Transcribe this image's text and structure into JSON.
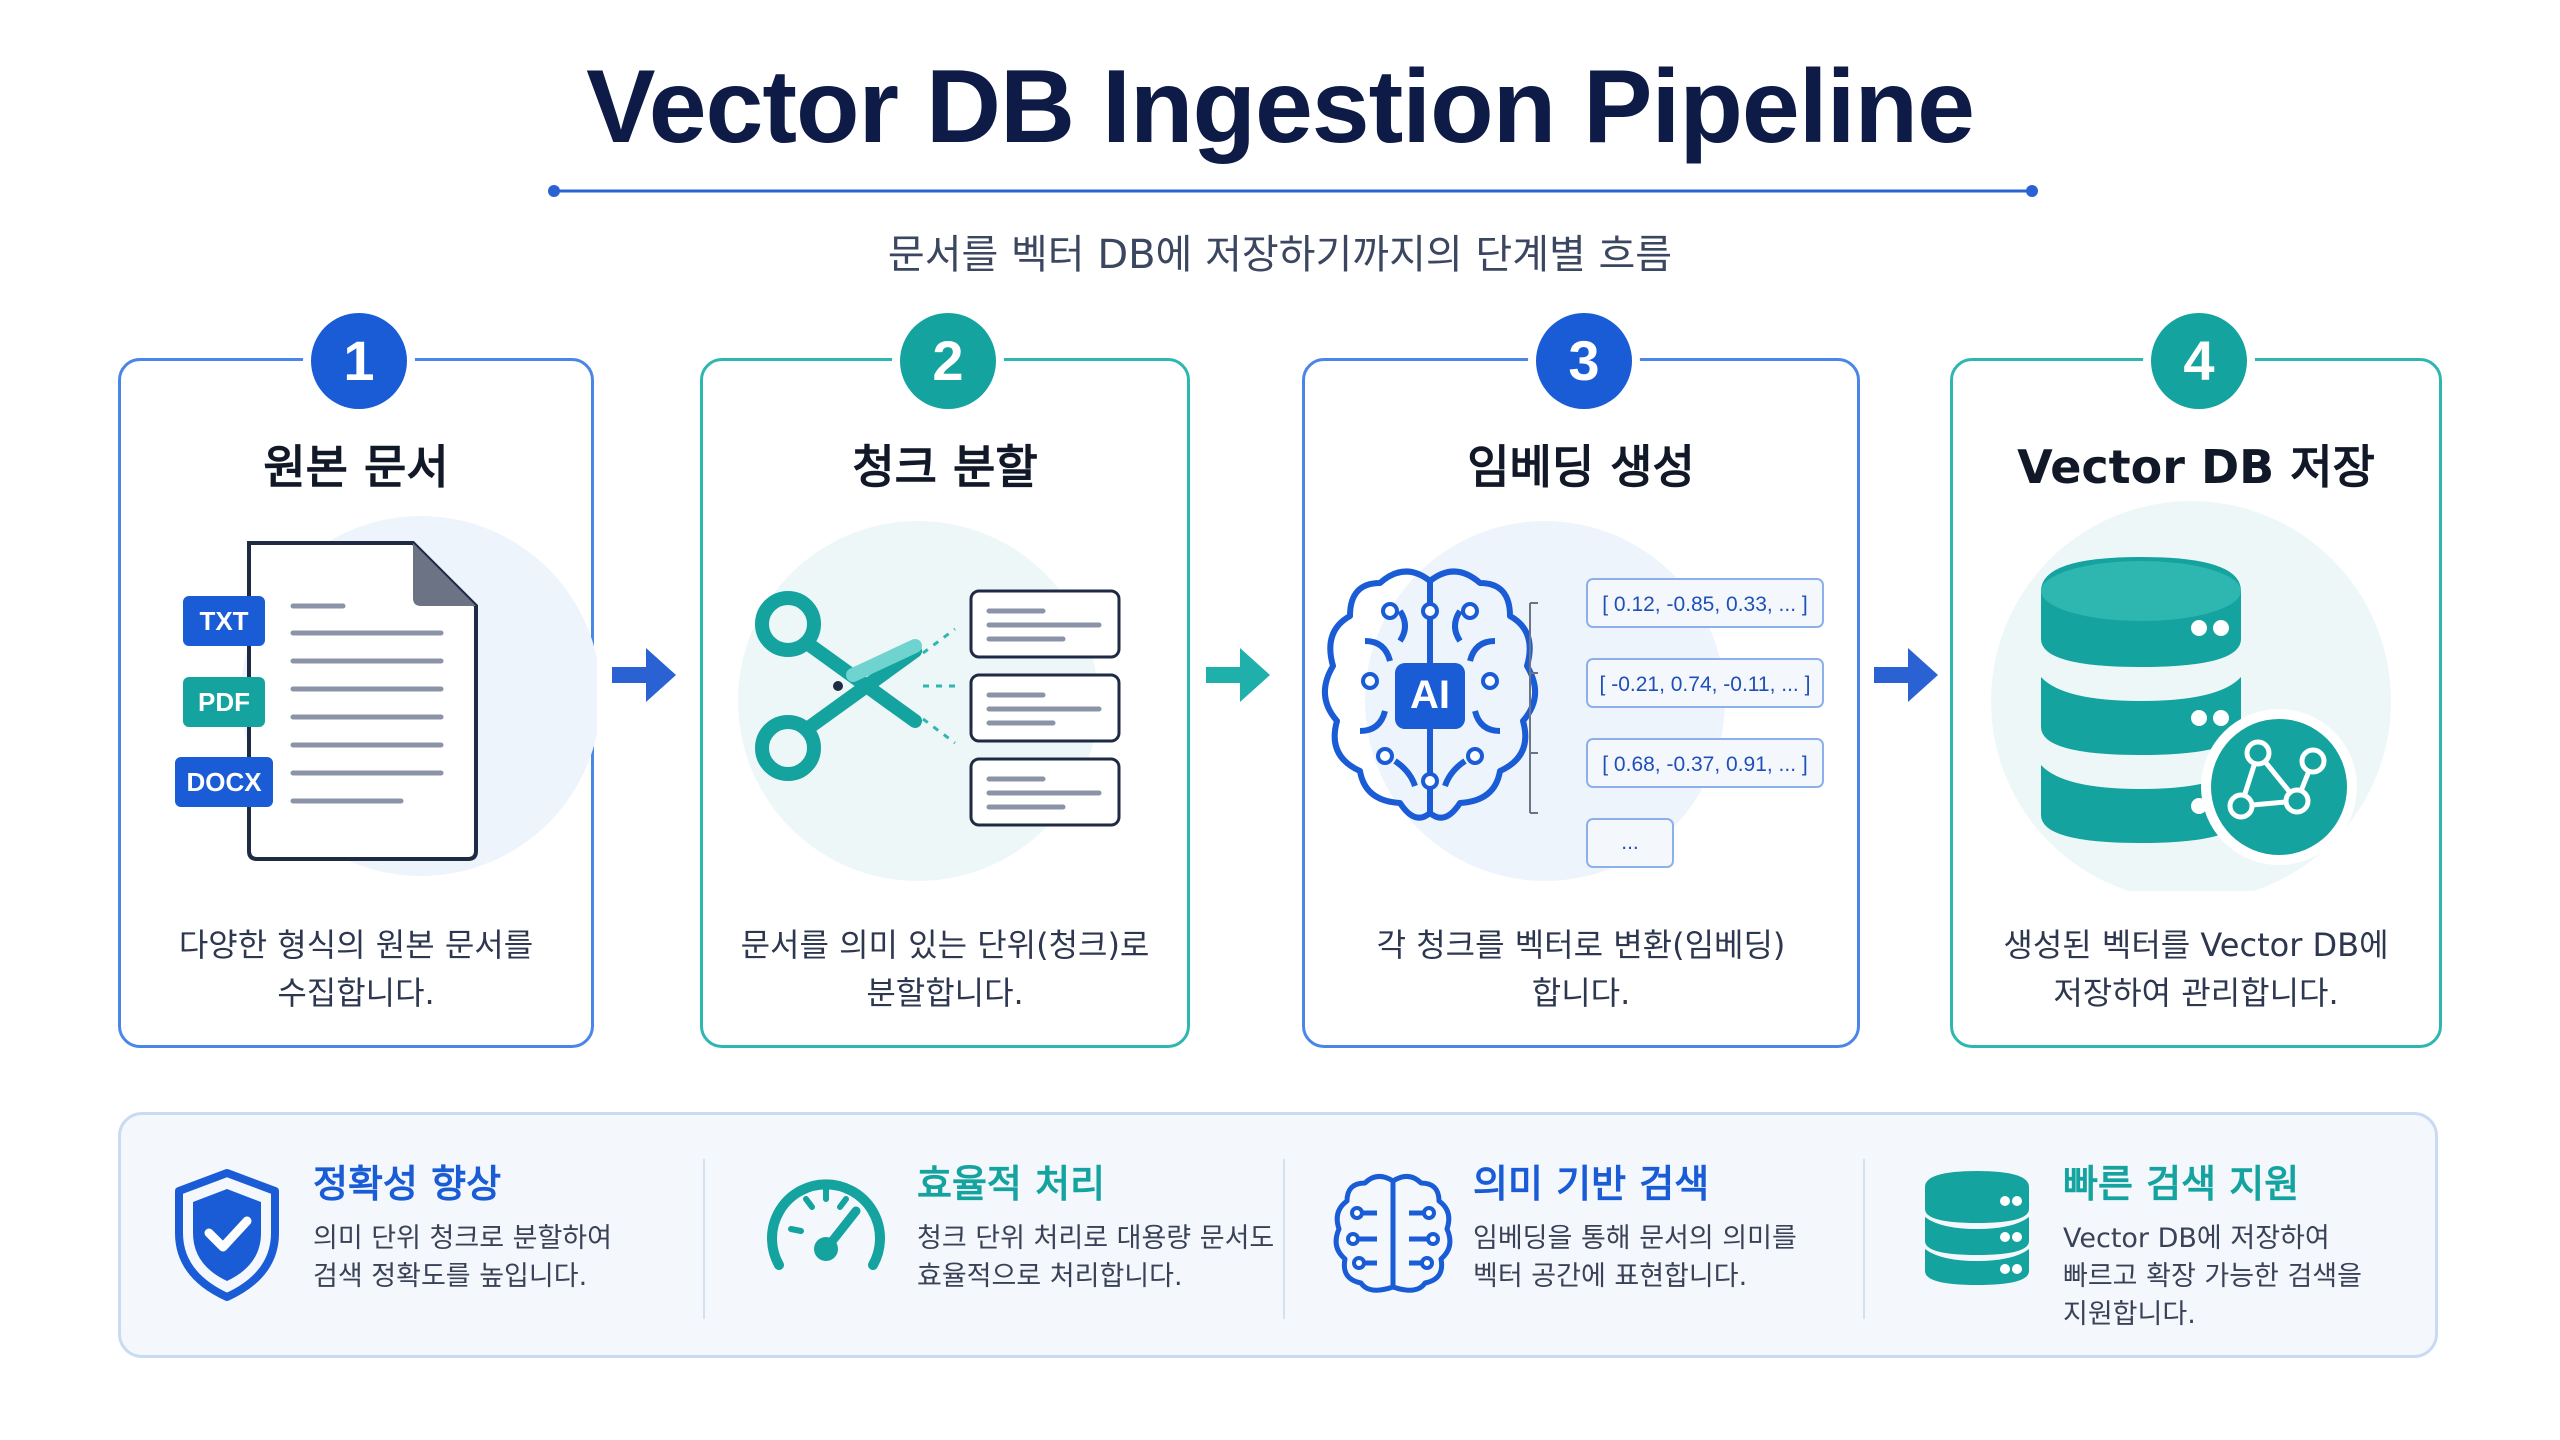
{
  "title": "Vector DB Ingestion Pipeline",
  "subtitle": "문서를 벡터 DB에 저장하기까지의 단계별 흐름",
  "steps": [
    {
      "number": "1",
      "title": "원본 문서",
      "description": "다양한 형식의 원본 문서를\n수집합니다.",
      "tags": [
        "TXT",
        "PDF",
        "DOCX"
      ]
    },
    {
      "number": "2",
      "title": "청크 분할",
      "description": "문서를 의미 있는 단위(청크)로\n분할합니다."
    },
    {
      "number": "3",
      "title": "임베딩 생성",
      "description": "각 청크를 벡터로 변환(임베딩)\n합니다.",
      "ai_label": "AI",
      "vectors": [
        "[ 0.12, -0.85, 0.33, ... ]",
        "[ -0.21, 0.74, -0.11, ... ]",
        "[ 0.68, -0.37, 0.91, ... ]",
        "..."
      ]
    },
    {
      "number": "4",
      "title": "Vector DB 저장",
      "description": "생성된 벡터를 Vector DB에\n저장하여 관리합니다."
    }
  ],
  "benefits": [
    {
      "title": "정확성 향상",
      "text": "의미 단위 청크로 분할하여\n검색 정확도를 높입니다.",
      "icon": "shield-check-icon"
    },
    {
      "title": "효율적 처리",
      "text": "청크 단위 처리로 대용량 문서도\n효율적으로 처리합니다.",
      "icon": "speedometer-icon"
    },
    {
      "title": "의미 기반 검색",
      "text": "임베딩을 통해 문서의 의미를\n벡터 공간에 표현합니다.",
      "icon": "brain-circuit-icon"
    },
    {
      "title": "빠른 검색 지원",
      "text": "Vector DB에 저장하여\n빠르고 확장 가능한 검색을\n지원합니다.",
      "icon": "database-icon"
    }
  ],
  "colors": {
    "navy": "#0d1b46",
    "blue": "#1a5bd6",
    "teal": "#15a3a0",
    "light_blue_border": "#4a86e8",
    "light_teal_border": "#2eb6b0"
  }
}
